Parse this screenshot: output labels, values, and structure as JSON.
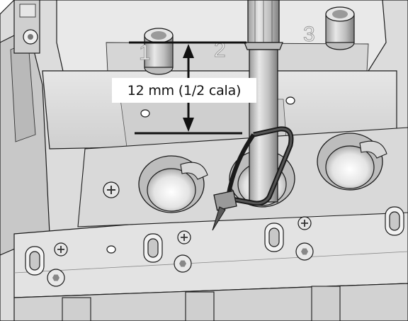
{
  "figure": {
    "callout": "12 mm (1/2 cala)",
    "slot_numbers": [
      "1",
      "2",
      "3"
    ],
    "icons": {
      "arrow": "double-headed-vertical-arrow",
      "tool": "screwdriver",
      "fastener": "cable-tie"
    },
    "colors": {
      "metal_light": "#d9d9d9",
      "metal_mid": "#bdbdbd",
      "metal_dark": "#8c8c8c",
      "outline": "#1a1a1a",
      "background": "#ffffff"
    }
  }
}
